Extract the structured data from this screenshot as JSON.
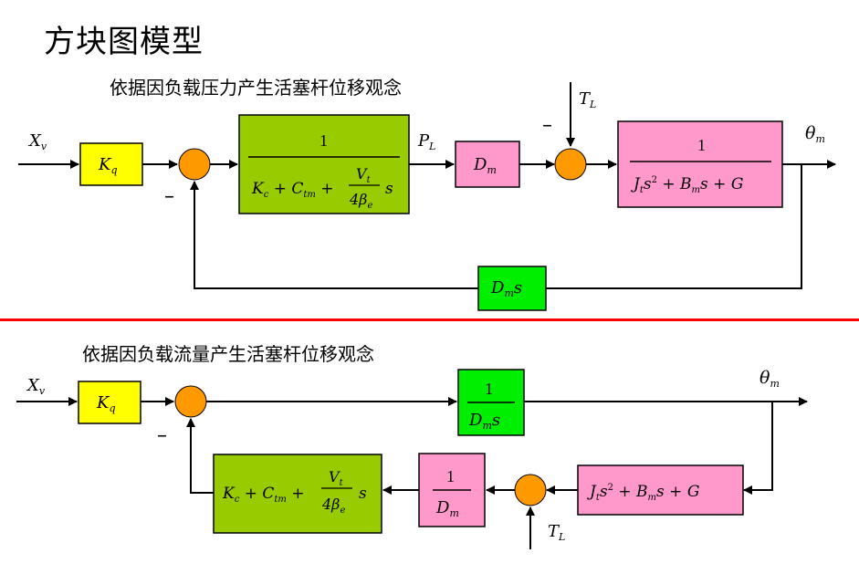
{
  "title": "方块图模型",
  "diagram1": {
    "subtitle": "依据因负载压力产生活塞杆位移观念",
    "input": "Xv",
    "kq": "Kq",
    "pl": "PL",
    "dm": "Dm",
    "tl": "TL",
    "output": "θm",
    "feedback": "Dms"
  },
  "diagram2": {
    "subtitle": "依据因负载流量产生活塞杆位移观念",
    "input": "Xv",
    "kq": "Kq",
    "output": "θm",
    "tl": "TL"
  },
  "colors": {
    "kq_block": "#ffff00",
    "green_block": "#99cc00",
    "bright_green_block": "#00ee00",
    "pink_block": "#ff99cc",
    "summer": "#ff9900",
    "separator": "#ff0000"
  }
}
